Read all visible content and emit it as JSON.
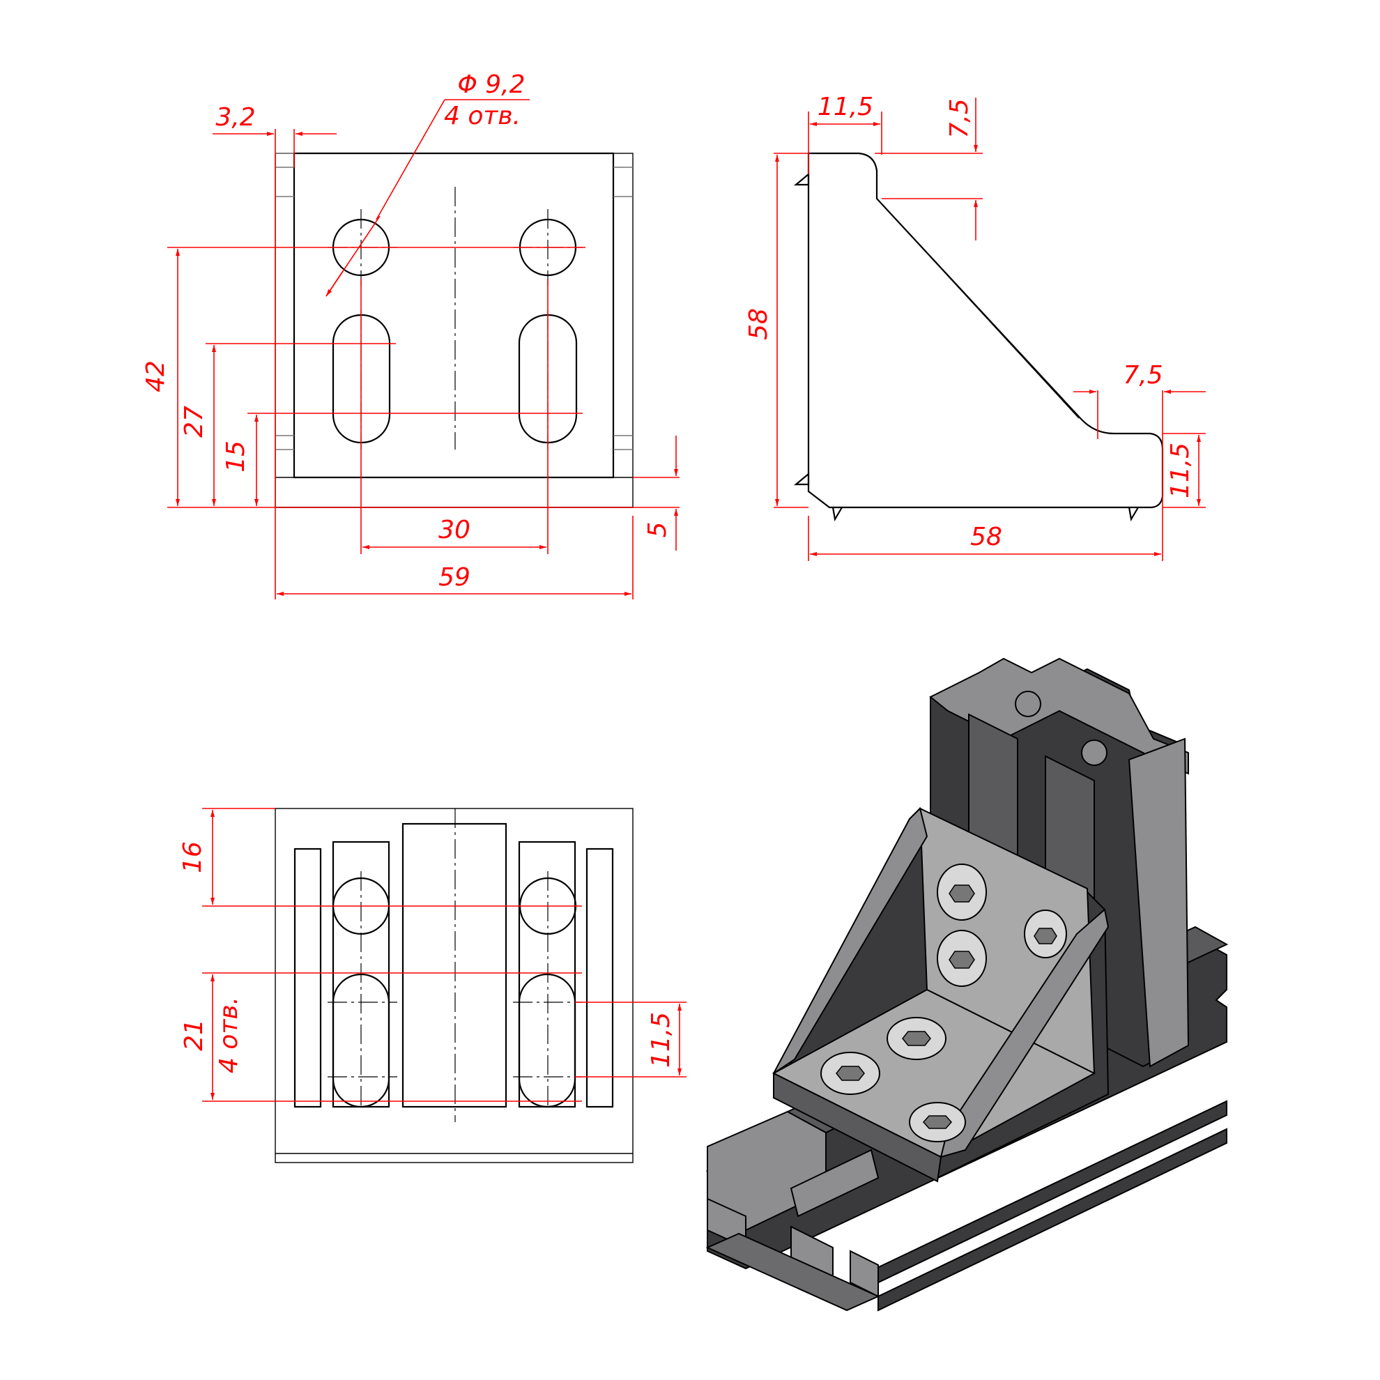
{
  "colors": {
    "dimension": "#ff0000",
    "outline": "#000000",
    "profile_dark": "#3a3a3c",
    "plate": "#a9a9aa"
  },
  "front_view": {
    "dims": {
      "hole_dia": "Φ 9,2",
      "hole_count": "4 отв.",
      "wall": "3,2",
      "h42": "42",
      "h27": "27",
      "h15": "15",
      "w30": "30",
      "w59": "59",
      "h5": "5"
    }
  },
  "side_view": {
    "dims": {
      "top_w": "11,5",
      "top_h": "7,5",
      "height": "58",
      "width": "58",
      "right_w": "7,5",
      "right_h": "11,5"
    }
  },
  "bottom_view": {
    "dims": {
      "h16": "16",
      "h21": "21",
      "slot_count": "4 отв.",
      "h11_5": "11,5"
    }
  },
  "iso_view": {
    "icons": [
      "aluminium-profile-assembly-icon",
      "hex-socket-screw-icon"
    ]
  }
}
